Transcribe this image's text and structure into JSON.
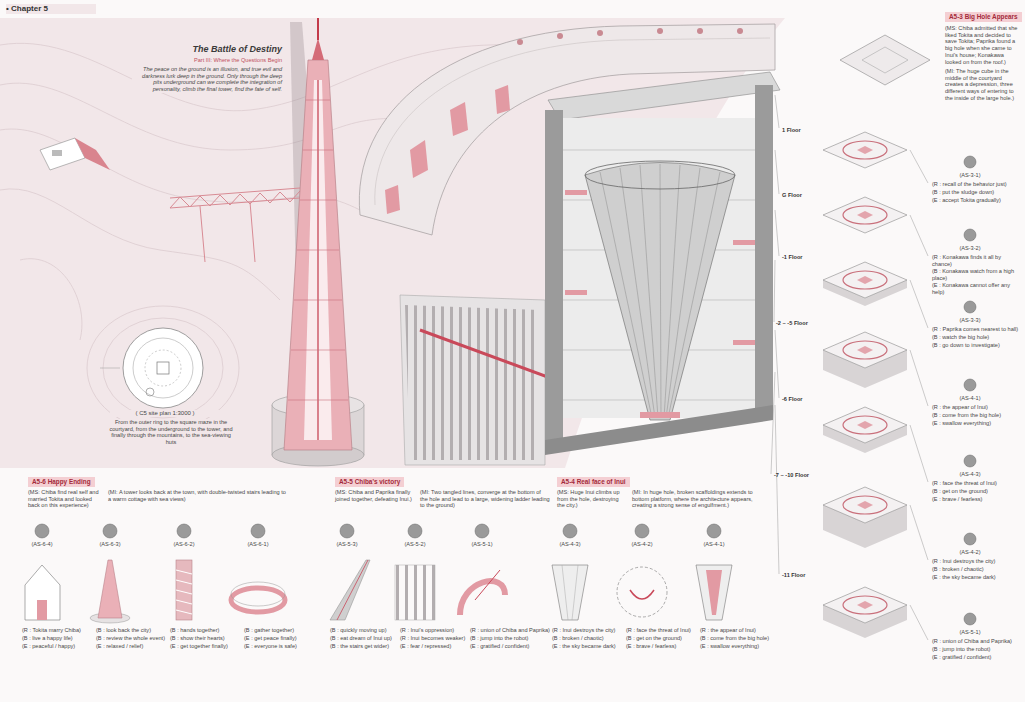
{
  "diagram": {
    "title": "The Battle of Destiny",
    "nodes": [
      {
        "text": [
          "A5-3 Big Hole Appears"
        ]
      },
      {
        "text": [
          "A5-6 Happy Ending"
        ]
      },
      {
        "text": [
          "A5-5 Chiba's victory"
        ]
      },
      {
        "text": [
          "A5-4 Real face of Inui"
        ]
      }
    ],
    "labels": [
      "• Chapter 5",
      "Part III: Where the Questions Begin",
      "The peace on the ground is an illusion, and true evil and darkness lurk deep in the ground. Only through the deep pits underground can we complete the integration of personality, climb the final tower, find the fate of self.",
      "( C5 site plan 1:3000 )",
      "From the outer ring to the square maze in the courtyard, from the underground to the tower, and finally through the mountains, to the sea-viewing huts",
      "(MS: Chiba admitted that she liked Tokita and decided to save Tokita; Paprika found a big hole when she came to Inui's house; Konakawa looked on from the roof.)",
      "(MI: The huge cube in the middle of the courtyard creates a depression, three different ways of entering to the inside of the large hole.)",
      "1 Floor",
      "G Floor",
      "-1 Floor",
      "-2 ~ -5 Floor",
      "-6 Floor",
      "-7 ~ -10 Floor",
      "-11 Floor",
      "(AS-3-1)",
      "(R : recall of the behavior just)",
      "(B : put the sludge down)",
      "(E : accept Tokita gradually)",
      "(AS-3-2)",
      "(R : Konakawa finds it all by chance)",
      "(B : Konakawa watch from a high place)",
      "(E : Konakawa cannot offer any help)",
      "(AS-3-3)",
      "(R : Paprika comes nearest to hall)",
      "(B : watch the big hole)",
      "(B : go down to investigate)",
      "(AS-4-1)",
      "(R : the appear of Inui)",
      "(B : come from the big hole)",
      "(E : swallow everything)",
      "(AS-4-3)",
      "(R : face the threat of Inui)",
      "(B : get on the ground)",
      "(E : brave / fearless)",
      "(AS-4-2)",
      "(R : Inui destroys the city)",
      "(B : broken / chaotic)",
      "(E : the sky became dark)",
      "(AS-5-1)",
      "(R : union of Chiba and Paprika)",
      "(B : jump into the robot)",
      "(E : gratified / confident)",
      "(MS: Chiba find real self and married Tokita and looked back on this experience)",
      "(MI: A tower looks back at the town, with double-twisted stairs leading to a warm cottage with sea views)",
      "(AS-6-4)",
      "(AS-6-3)",
      "(AS-6-2)",
      "(AS-6-1)",
      "(R : Tokita marry Chiba)",
      "(B : live a happy life)",
      "(E : peaceful / happy)",
      "(B : look back the city)",
      "(B : review the whole event)",
      "(E : relaxed / relief)",
      "(B : hands together)",
      "(B : show their hearts)",
      "(E : get together finally)",
      "(B : gather together)",
      "(E : get peace finally)",
      "(E : everyone is safe)",
      "(MS: Chiba and Paprika finally joined together, defeating Inui.)",
      "(MI: Two tangled lines, converge at the bottom of the hole and lead to a large, widening ladder leading to the ground)",
      "(AS-5-3)",
      "(AS-5-2)",
      "(AS-5-1)",
      "(B : quickly moving up)",
      "(B : eat dream of Inui up)",
      "(B : the stairs get wider)",
      "(R : Inui's oppression)",
      "(R : Inui becomes weaker)",
      "(E : fear / repressed)",
      "(R : union of Chiba and Paprika)",
      "(B : jump into the robot)",
      "(E : gratified / confident)",
      "(MS: Huge Inui climbs up from the hole, destroying the city.)",
      "(MI: In huge hole, broken scaffoldings extends to bottom platform, where the architecture appears, creating a strong sense of engulfment.)",
      "(AS-4-3)",
      "(AS-4-2)",
      "(AS-4-1)",
      "(R : Inui destroys the city)",
      "(B : broken / chaotic)",
      "(E : the sky became dark)",
      "(R : face the threat of Inui)",
      "(B : get on the ground)",
      "(E : brave / fearless)",
      "(R : the appear of Inui)",
      "(B : come from the big hole)",
      "(E : swallow everything)"
    ]
  }
}
